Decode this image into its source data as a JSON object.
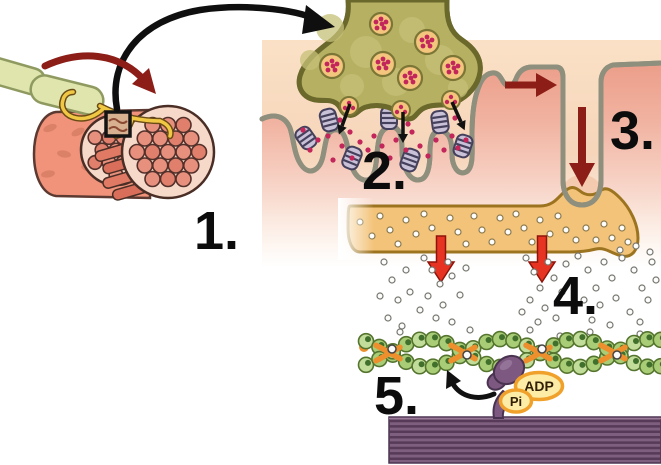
{
  "figure": {
    "type": "biology-diagram",
    "subject": "Neuromuscular junction and excitation-contraction coupling",
    "step_labels": [
      "1.",
      "2.",
      "3.",
      "4.",
      "5."
    ],
    "molecules": {
      "adp": "ADP",
      "pi": "Pi"
    },
    "colors": {
      "panel_peach": "#fae1c6",
      "cytoplasm_salmon": "#eb9d88",
      "axon_terminal_olive": "#b6b063",
      "terminal_border_yellow": "#e8d44a",
      "vesicle_tan": "#f4c57d",
      "neurotransmitter_magenta": "#c2265a",
      "membrane_gray": "#8f8f7d",
      "receptor_lilac": "#c8c1d8",
      "dark_red_arrow": "#8c1d17",
      "bright_red_arrow": "#e63322",
      "sr_tan": "#f3c379",
      "sr_border_brown": "#9c7420",
      "calcium_dot": "#ffffff",
      "actin_green": "#a9cd77",
      "tropomyosin_orange": "#ee8f2e",
      "myosin_purple": "#7b5c7c",
      "adp_badge_fill": "#fceca6",
      "adp_badge_border": "#f0a12c",
      "muscle_salmon": "#f0937a",
      "axon_capsule_green": "#dfe5ad",
      "nerve_yellow": "#f1c844",
      "label_black": "#0c0c0c"
    }
  }
}
